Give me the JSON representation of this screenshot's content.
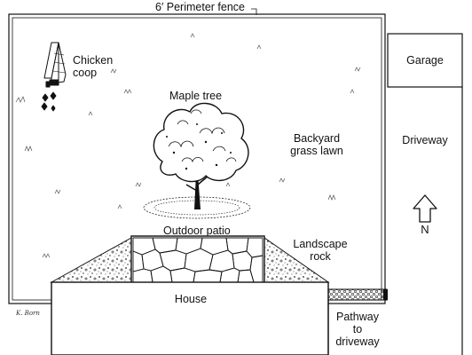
{
  "labels": {
    "fence": "6′ Perimeter fence",
    "chicken_coop_line1": "Chicken",
    "chicken_coop_line2": "coop",
    "maple_tree": "Maple tree",
    "lawn_line1": "Backyard",
    "lawn_line2": "grass lawn",
    "garage": "Garage",
    "driveway": "Driveway",
    "north": "N",
    "patio": "Outdoor patio",
    "rock_line1": "Landscape",
    "rock_line2": "rock",
    "house": "House",
    "pathway_line1": "Pathway",
    "pathway_line2": "to",
    "pathway_line3": "driveway",
    "artist_signature": "K. Born"
  },
  "icons": {
    "north_arrow": "up-arrow-icon",
    "tree": "tree-icon",
    "coop": "chicken-coop-icon",
    "grass": "grass-tuft-icon"
  },
  "colors": {
    "ink": "#111111",
    "paper": "#ffffff"
  }
}
